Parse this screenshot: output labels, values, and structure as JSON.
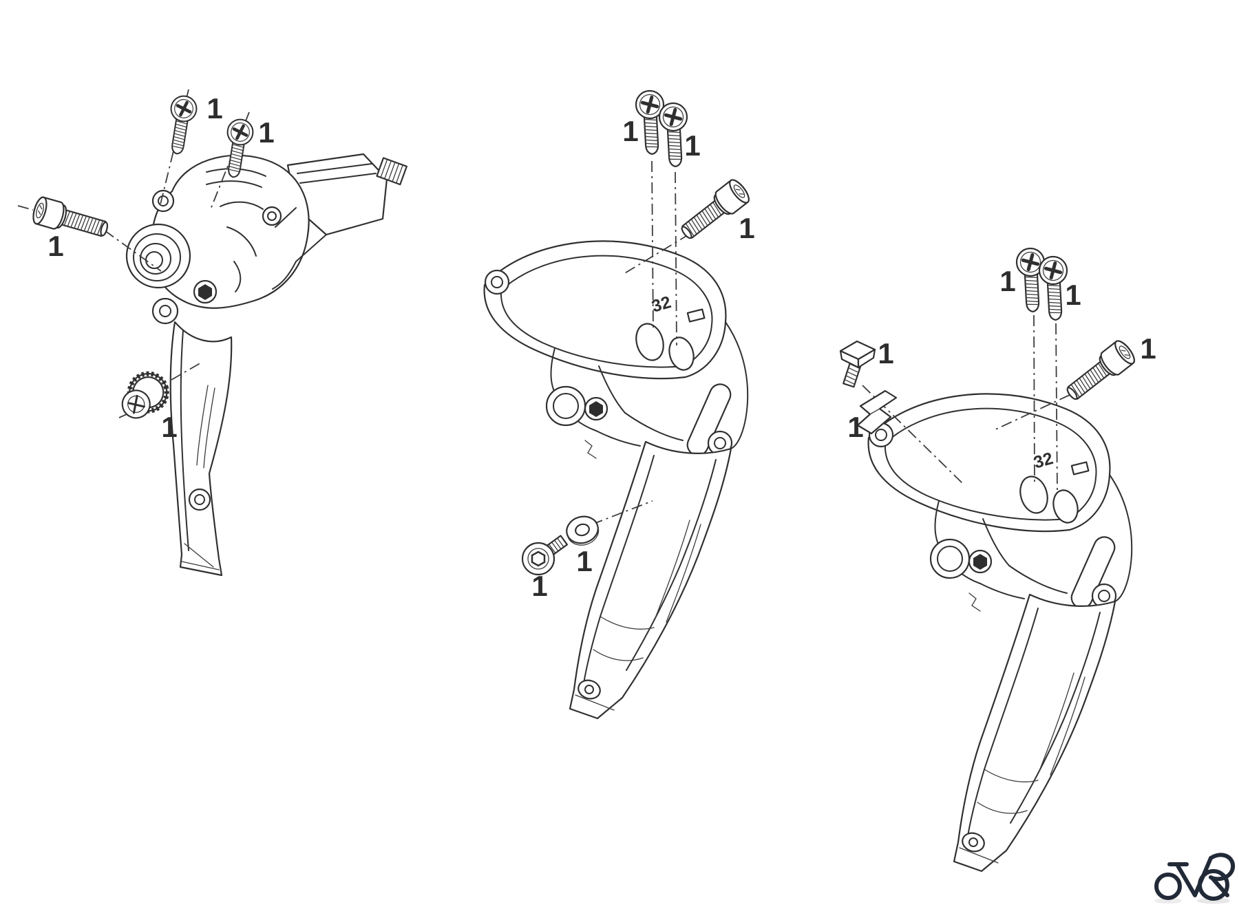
{
  "document": {
    "background": "#ffffff",
    "line_color": "#303030",
    "label_color": "#2d2d2d",
    "type": "exploded-parts-diagram",
    "subject": "bicycle front derailleurs"
  },
  "assemblies": [
    {
      "name": "front-derailleur-braze-on",
      "callouts": [
        {
          "part": "mounting-screw-upper",
          "label": "1"
        },
        {
          "part": "mounting-screw-lower",
          "label": "1"
        },
        {
          "part": "hex-socket-cap-bolt",
          "label": "1"
        },
        {
          "part": "adjuster-plug",
          "label": "1"
        }
      ]
    },
    {
      "name": "front-derailleur-clamp-mount",
      "clamp_marking": "32",
      "callouts": [
        {
          "part": "clamp-screw-left",
          "label": "1"
        },
        {
          "part": "clamp-screw-right",
          "label": "1"
        },
        {
          "part": "hex-socket-cap-bolt",
          "label": "1"
        },
        {
          "part": "cable-anchor-bolt",
          "label": "1"
        },
        {
          "part": "washer",
          "label": "1"
        }
      ]
    },
    {
      "name": "front-derailleur-clamp-mount-alt",
      "clamp_marking": "32",
      "callouts": [
        {
          "part": "square-head-bolt",
          "label": "1"
        },
        {
          "part": "cable-guide-clip",
          "label": "1"
        },
        {
          "part": "clamp-screw-left",
          "label": "1"
        },
        {
          "part": "clamp-screw-right",
          "label": "1"
        },
        {
          "part": "hex-socket-cap-bolt",
          "label": "1"
        }
      ]
    }
  ],
  "logo": {
    "name": "bicycle-logo",
    "color": "#222a38"
  }
}
